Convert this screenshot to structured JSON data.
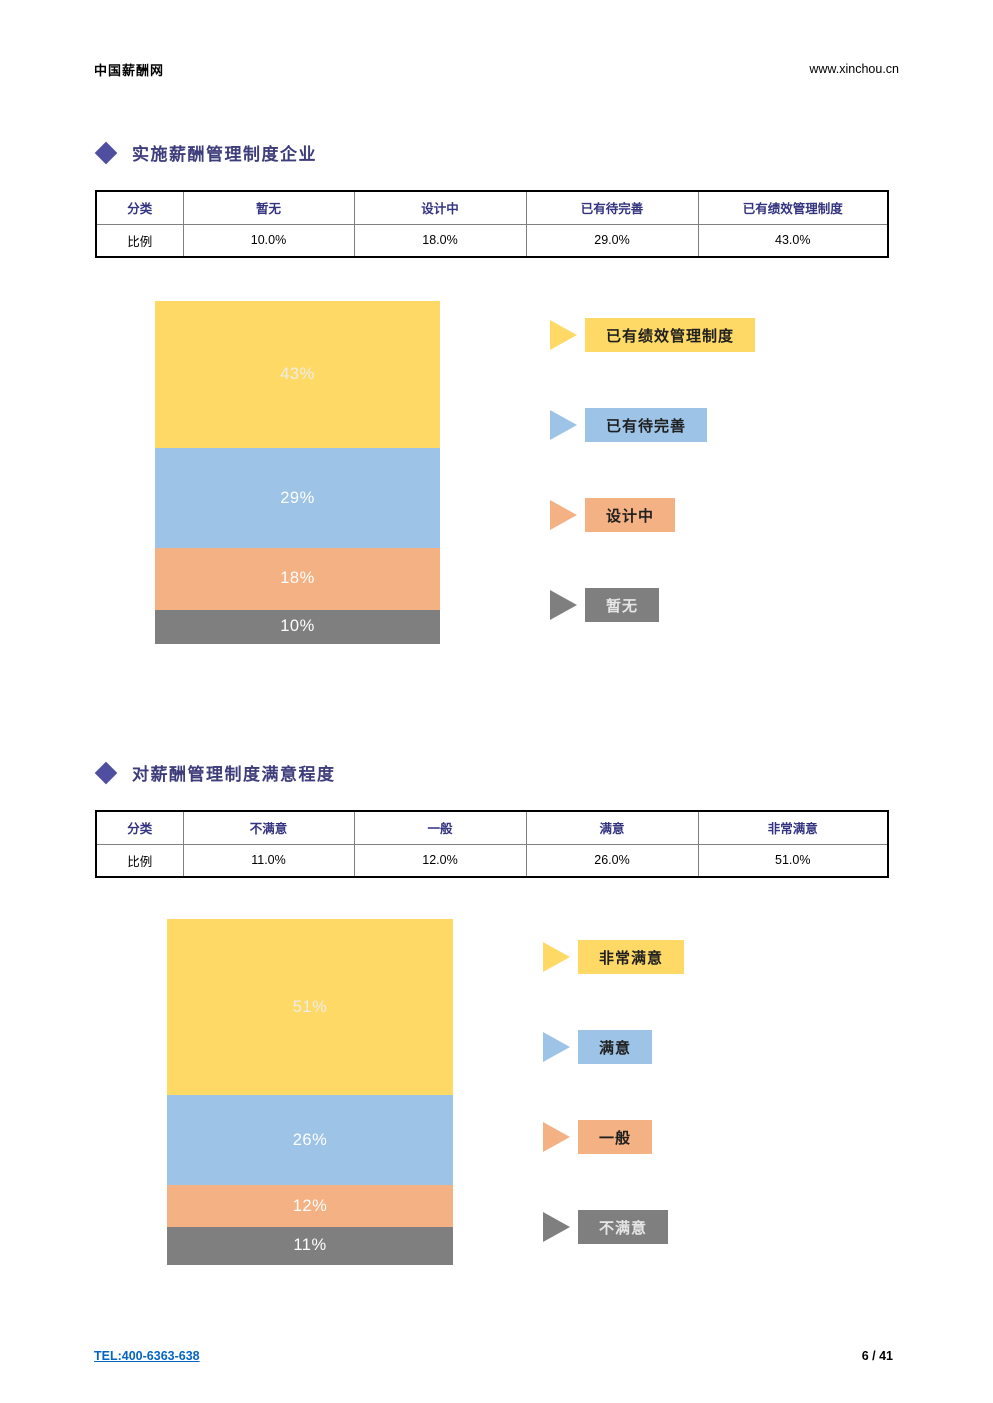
{
  "header": {
    "brand": "中国薪酬网",
    "url": "www.xinchou.cn"
  },
  "footer": {
    "tel": "TEL:400-6363-638",
    "page_number": "6 / 41"
  },
  "sections": [
    {
      "title": "实施薪酬管理制度企业",
      "table": {
        "corner": "分类",
        "columns": [
          "暂无",
          "设计中",
          "已有待完善",
          "已有绩效管理制度"
        ],
        "row_label": "比例",
        "values": [
          "10.0%",
          "18.0%",
          "29.0%",
          "43.0%"
        ]
      }
    },
    {
      "title": "对薪酬管理制度满意程度",
      "table": {
        "corner": "分类",
        "columns": [
          "不满意",
          "一般",
          "满意",
          "非常满意"
        ],
        "row_label": "比例",
        "values": [
          "11.0%",
          "12.0%",
          "26.0%",
          "51.0%"
        ]
      }
    }
  ],
  "chart_data": [
    {
      "type": "bar",
      "stacked": true,
      "title": "实施薪酬管理制度企业",
      "unit": "%",
      "legend_position": "right",
      "categories": [
        "暂无",
        "设计中",
        "已有待完善",
        "已有绩效管理制度"
      ],
      "values": [
        10,
        18,
        29,
        43
      ],
      "series_top_to_bottom": [
        {
          "name": "已有绩效管理制度",
          "value": 43,
          "label": "43%",
          "color": "#FFD966",
          "label_color": "#ECECEC",
          "legend_text_color": "#1f1f1f"
        },
        {
          "name": "已有待完善",
          "value": 29,
          "label": "29%",
          "color": "#9DC3E6",
          "label_color": "#FFFFFF",
          "legend_text_color": "#1f1f1f"
        },
        {
          "name": "设计中",
          "value": 18,
          "label": "18%",
          "color": "#F4B183",
          "label_color": "#FFFFFF",
          "legend_text_color": "#1f1f1f"
        },
        {
          "name": "暂无",
          "value": 10,
          "label": "10%",
          "color": "#7F7F7F",
          "label_color": "#FFFFFF",
          "legend_text_color": "#E7E6E6"
        }
      ]
    },
    {
      "type": "bar",
      "stacked": true,
      "title": "对薪酬管理制度满意程度",
      "unit": "%",
      "legend_position": "right",
      "categories": [
        "不满意",
        "一般",
        "满意",
        "非常满意"
      ],
      "values": [
        11,
        12,
        26,
        51
      ],
      "series_top_to_bottom": [
        {
          "name": "非常满意",
          "value": 51,
          "label": "51%",
          "color": "#FFD966",
          "label_color": "#ECECEC",
          "legend_text_color": "#1f1f1f"
        },
        {
          "name": "满意",
          "value": 26,
          "label": "26%",
          "color": "#9DC3E6",
          "label_color": "#FFFFFF",
          "legend_text_color": "#1f1f1f"
        },
        {
          "name": "一般",
          "value": 12,
          "label": "12%",
          "color": "#F4B183",
          "label_color": "#FFFFFF",
          "legend_text_color": "#1f1f1f"
        },
        {
          "name": "不满意",
          "value": 11,
          "label": "11%",
          "color": "#7F7F7F",
          "label_color": "#FFFFFF",
          "legend_text_color": "#E7E6E6"
        }
      ]
    }
  ]
}
